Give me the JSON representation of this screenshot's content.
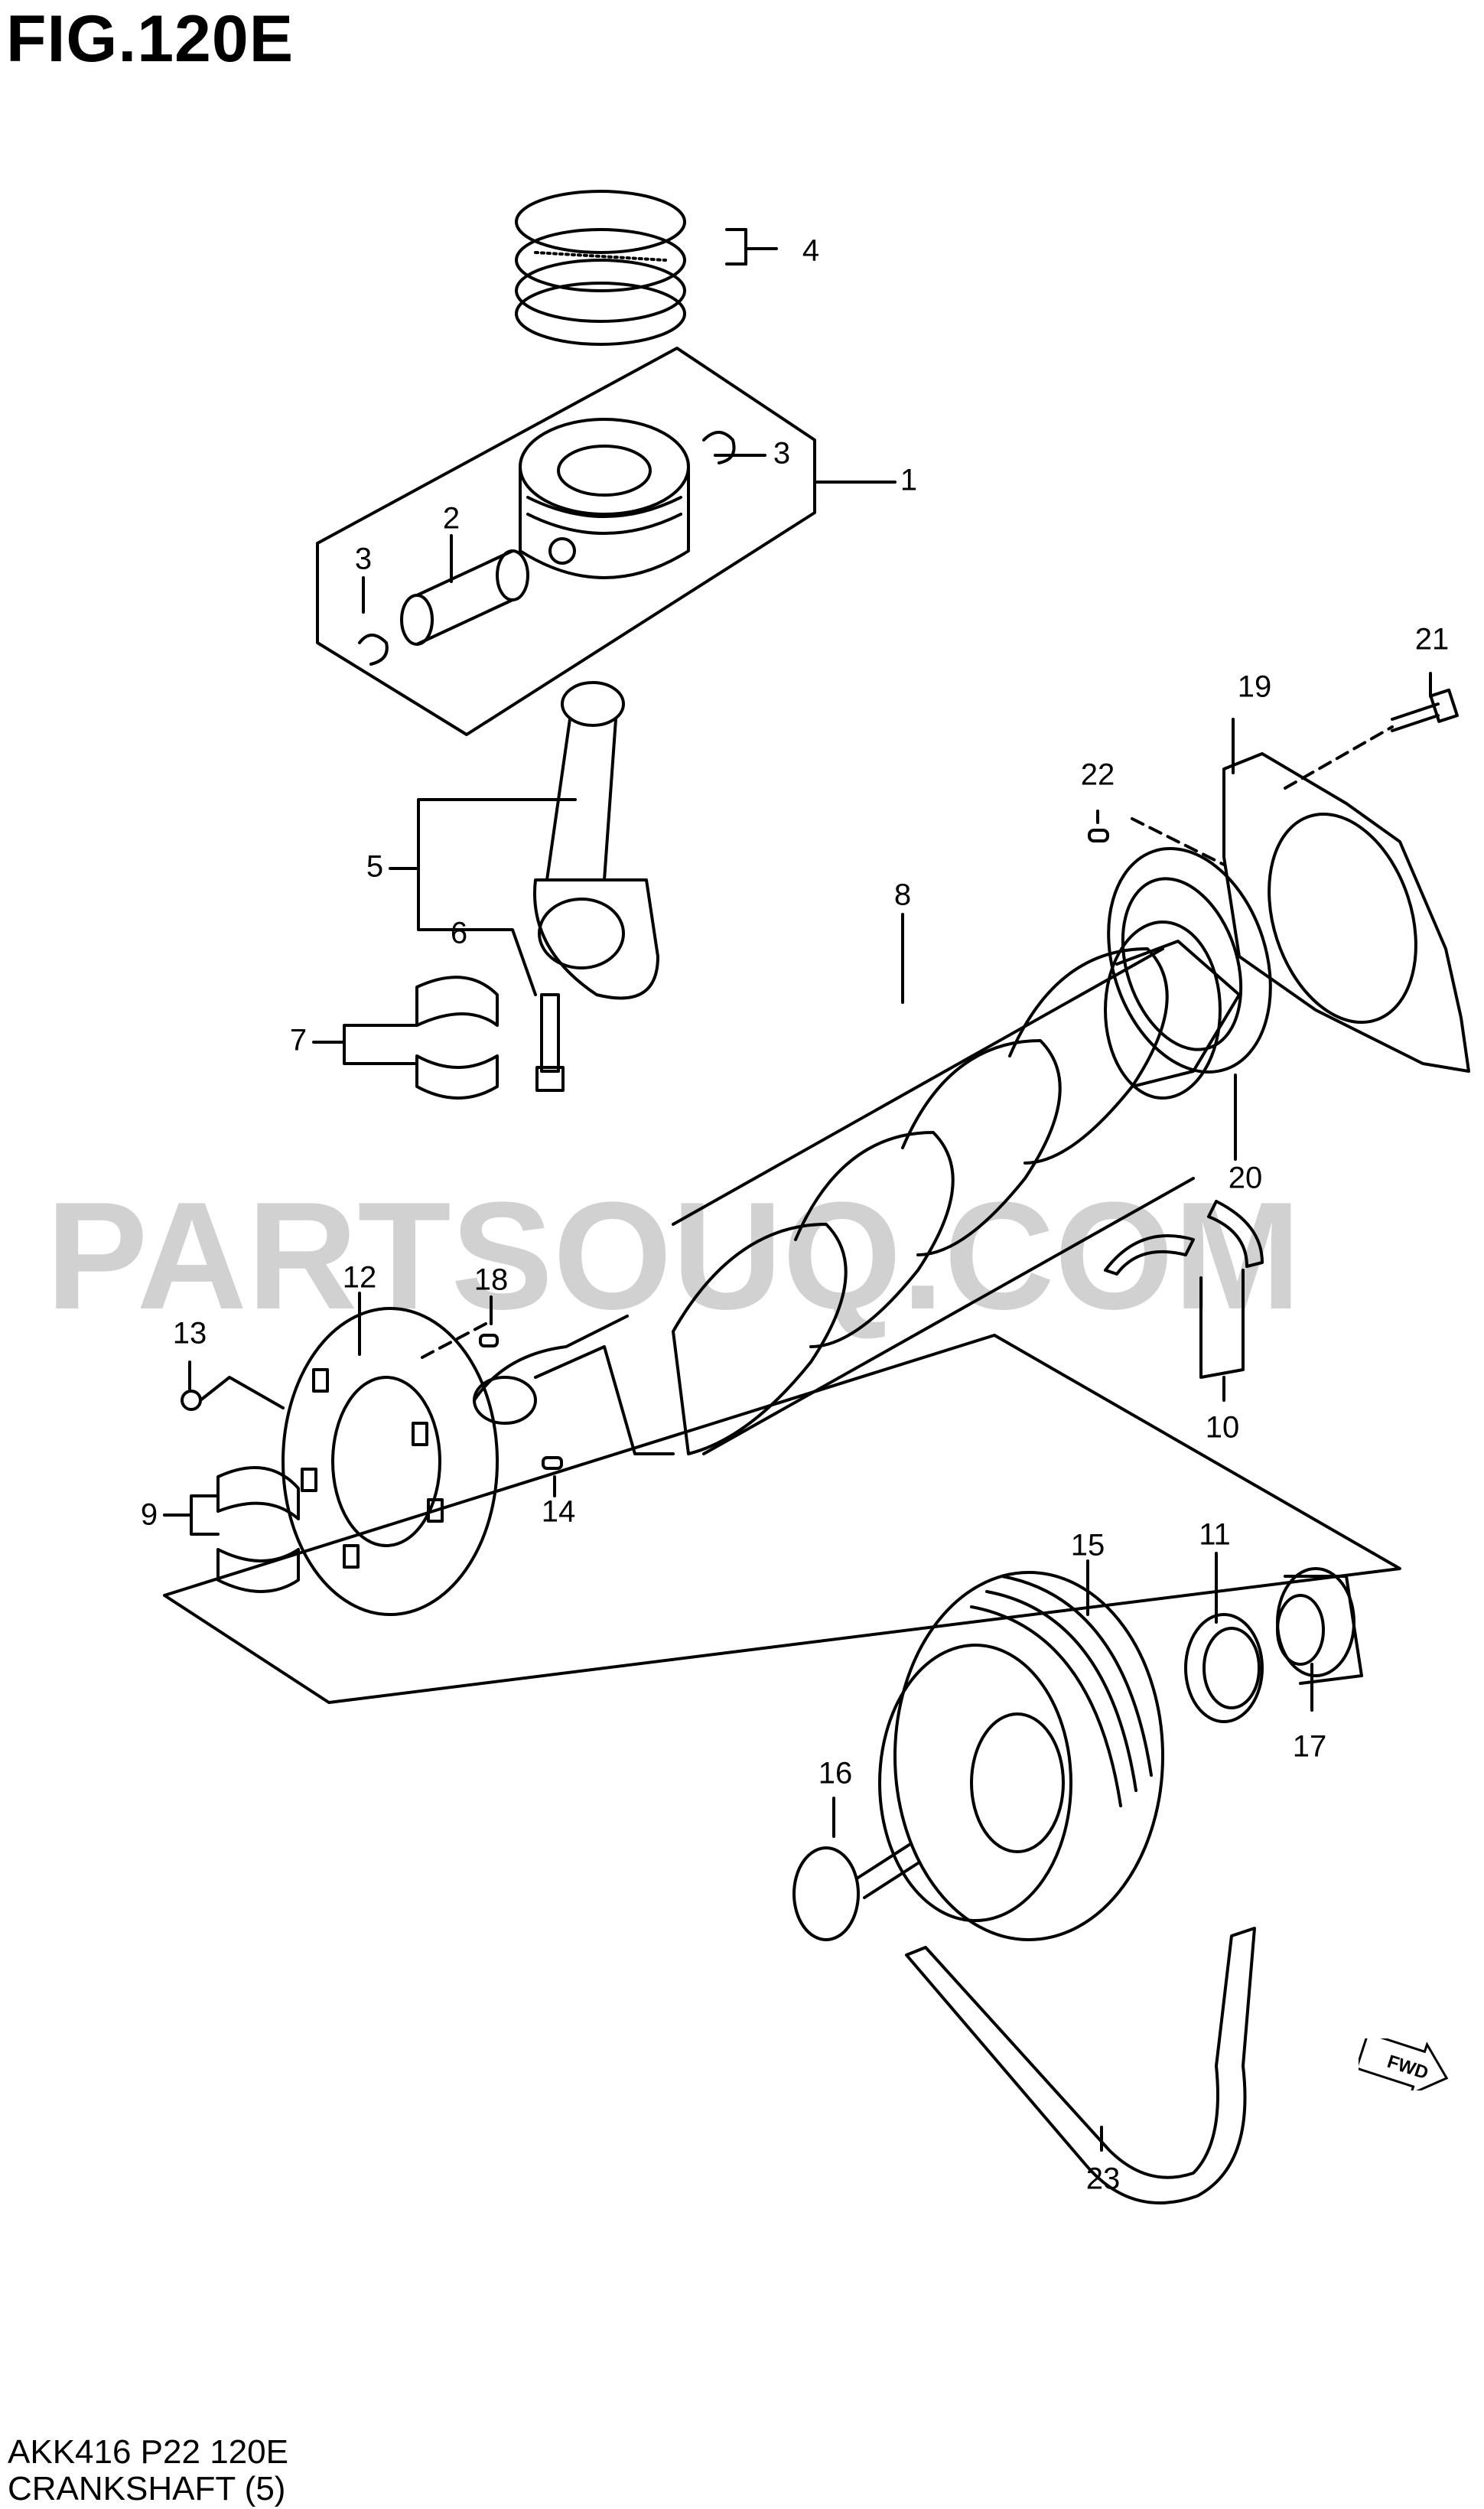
{
  "figure_title": "FIG.120E",
  "watermark": "PARTSOUQ.COM",
  "footer": {
    "code": "AKK416 P22 120E",
    "caption": "CRANKSHAFT (5)"
  },
  "fwd_label": "FWD",
  "callouts": [
    "1",
    "2",
    "3",
    "3",
    "4",
    "5",
    "6",
    "7",
    "8",
    "9",
    "10",
    "11",
    "12",
    "13",
    "14",
    "15",
    "16",
    "17",
    "18",
    "19",
    "20",
    "21",
    "22",
    "23"
  ]
}
